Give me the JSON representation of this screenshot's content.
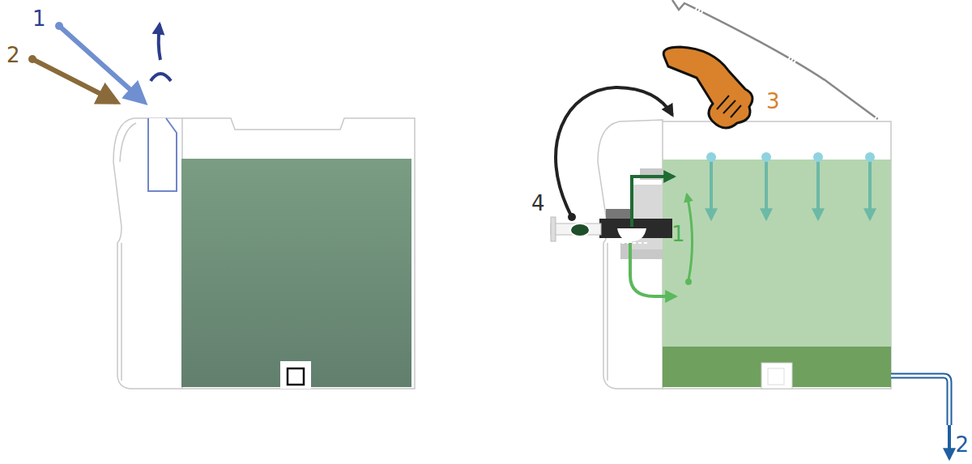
{
  "diagram": {
    "labels": [
      "1",
      "2",
      "4",
      "1",
      "3",
      "2"
    ]
  }
}
